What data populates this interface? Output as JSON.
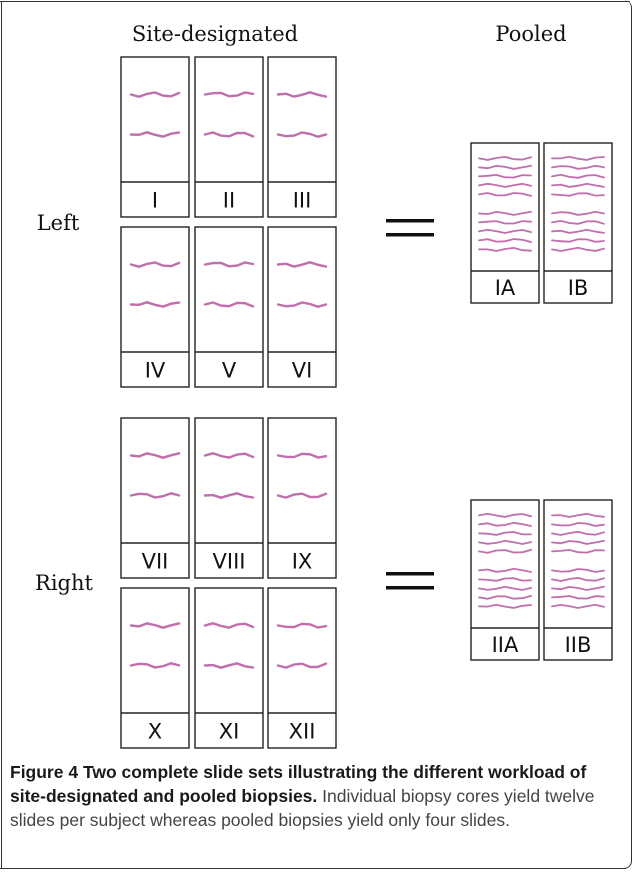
{
  "headings": {
    "site_designated": "Site-designated",
    "pooled": "Pooled"
  },
  "groups": [
    {
      "side": "Left",
      "site_slides": [
        "I",
        "II",
        "III",
        "IV",
        "V",
        "VI"
      ],
      "pooled_slides": [
        "IA",
        "IB"
      ]
    },
    {
      "side": "Right",
      "site_slides": [
        "VII",
        "VIII",
        "IX",
        "X",
        "XI",
        "XII"
      ],
      "pooled_slides": [
        "IIA",
        "IIB"
      ]
    }
  ],
  "equals_symbol": "=",
  "caption": {
    "figure_label": "Figure 4",
    "title": "Two complete slide sets illustrating the different workload of site-designated and pooled biopsies.",
    "body": "Individual biopsy cores yield twelve slides per subject whereas pooled biopsies yield only four slides."
  },
  "colors": {
    "tissue_stain": "#b5559e",
    "outline": "#222222",
    "caption_text": "#444444"
  }
}
